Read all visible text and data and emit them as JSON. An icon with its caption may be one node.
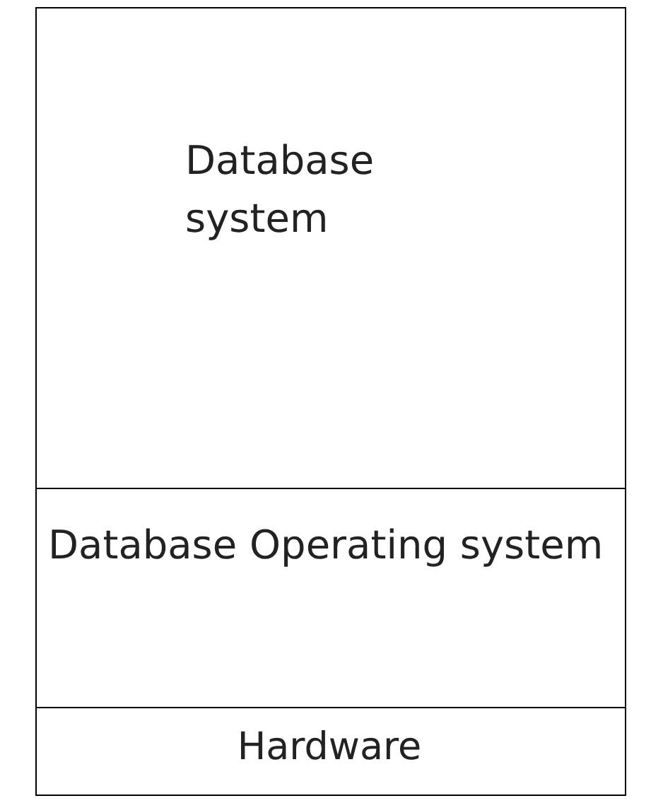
{
  "diagram": {
    "nodes": [
      {
        "text": [
          "Database system"
        ]
      },
      {
        "text": [
          "Database Operating system"
        ]
      },
      {
        "text": [
          "Hardware"
        ]
      }
    ]
  }
}
